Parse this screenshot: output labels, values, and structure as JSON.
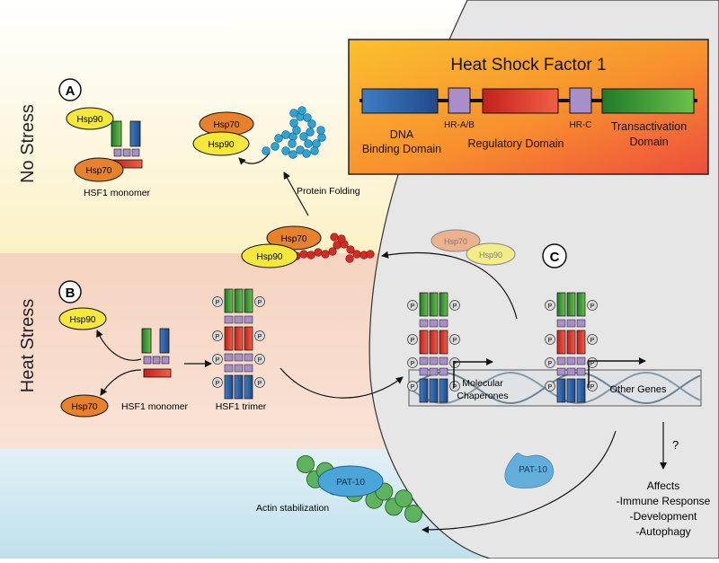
{
  "panels": {
    "a": {
      "letter": "A",
      "side_label": "No Stress",
      "monomer_label": "HSF1 monomer",
      "folding_label": "Protein Folding"
    },
    "b": {
      "letter": "B",
      "side_label": "Heat Stress",
      "monomer_label": "HSF1 monomer",
      "trimer_label": "HSF1 trimer"
    },
    "c": {
      "letter": "C",
      "gene1_label": "Molecular Chaperones",
      "gene1_line1": "Molecular",
      "gene1_line2": "Chaperones",
      "gene2_label": "Other Genes"
    }
  },
  "chaperones": {
    "hsp90": "Hsp90",
    "hsp70": "Hsp70"
  },
  "phospho": "P",
  "domain_map": {
    "title": "Heat Shock Factor 1",
    "domains": [
      {
        "name": "DNA Binding Domain",
        "line1": "DNA",
        "line2": "Binding Domain",
        "color": "#2b5fa8"
      },
      {
        "name": "HR-A/B",
        "color": "#a98fc9"
      },
      {
        "name": "Regulatory Domain",
        "color": "#d42b27"
      },
      {
        "name": "HR-C",
        "color": "#a98fc9"
      },
      {
        "name": "Transactivation Domain",
        "line1": "Transactivation",
        "line2": "Domain",
        "color": "#2e8b2e"
      }
    ]
  },
  "pat10": {
    "label": "PAT-10"
  },
  "actin_label": "Actin stabilization",
  "effects": {
    "question": "?",
    "heading": "Affects",
    "items": [
      "-Immune Response",
      "-Development",
      "-Autophagy"
    ]
  },
  "colors": {
    "hsp90": "#f5e83a",
    "hsp70": "#e8822a",
    "green": "#2e8b2e",
    "blue": "#2b5fa8",
    "red": "#d42b27",
    "lilac": "#a98fc9",
    "folded_protein": "#2ea3d6",
    "unfolded_protein": "#d42b27",
    "actin": "#5fb35f",
    "pat10": "#4aa6d8"
  }
}
